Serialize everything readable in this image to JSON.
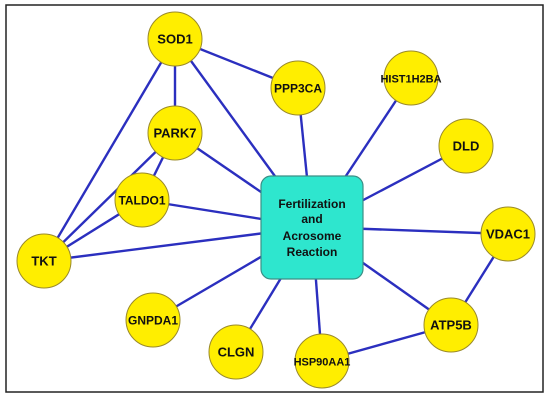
{
  "colors": {
    "node_fill": "#FFEE00",
    "node_stroke": "#9A8A2A",
    "center_fill": "#2EE6CE",
    "center_stroke": "#3C8F86",
    "edge": "#2B2FBF",
    "frame": "#222222"
  },
  "center": {
    "lines": [
      "Fertilization",
      "and",
      "Acrosome",
      "Reaction"
    ]
  },
  "nodes": [
    {
      "id": "sod1",
      "label": "SOD1"
    },
    {
      "id": "ppp3ca",
      "label": "PPP3CA"
    },
    {
      "id": "hist1h2ba",
      "label": "HIST1H2BA"
    },
    {
      "id": "park7",
      "label": "PARK7"
    },
    {
      "id": "dld",
      "label": "DLD"
    },
    {
      "id": "taldo1",
      "label": "TALDO1"
    },
    {
      "id": "vdac1",
      "label": "VDAC1"
    },
    {
      "id": "tkt",
      "label": "TKT"
    },
    {
      "id": "gnpda1",
      "label": "GNPDA1"
    },
    {
      "id": "atp5b",
      "label": "ATP5B"
    },
    {
      "id": "clgn",
      "label": "CLGN"
    },
    {
      "id": "hsp90aa1",
      "label": "HSP90AA1"
    }
  ],
  "edges": [
    [
      "sod1",
      "center"
    ],
    [
      "ppp3ca",
      "center"
    ],
    [
      "hist1h2ba",
      "center"
    ],
    [
      "park7",
      "center"
    ],
    [
      "dld",
      "center"
    ],
    [
      "taldo1",
      "center"
    ],
    [
      "vdac1",
      "center"
    ],
    [
      "tkt",
      "center"
    ],
    [
      "gnpda1",
      "center"
    ],
    [
      "atp5b",
      "center"
    ],
    [
      "clgn",
      "center"
    ],
    [
      "hsp90aa1",
      "center"
    ],
    [
      "sod1",
      "ppp3ca"
    ],
    [
      "sod1",
      "park7"
    ],
    [
      "sod1",
      "tkt"
    ],
    [
      "park7",
      "taldo1"
    ],
    [
      "taldo1",
      "tkt"
    ],
    [
      "park7",
      "tkt"
    ],
    [
      "vdac1",
      "atp5b"
    ],
    [
      "atp5b",
      "hsp90aa1"
    ]
  ]
}
